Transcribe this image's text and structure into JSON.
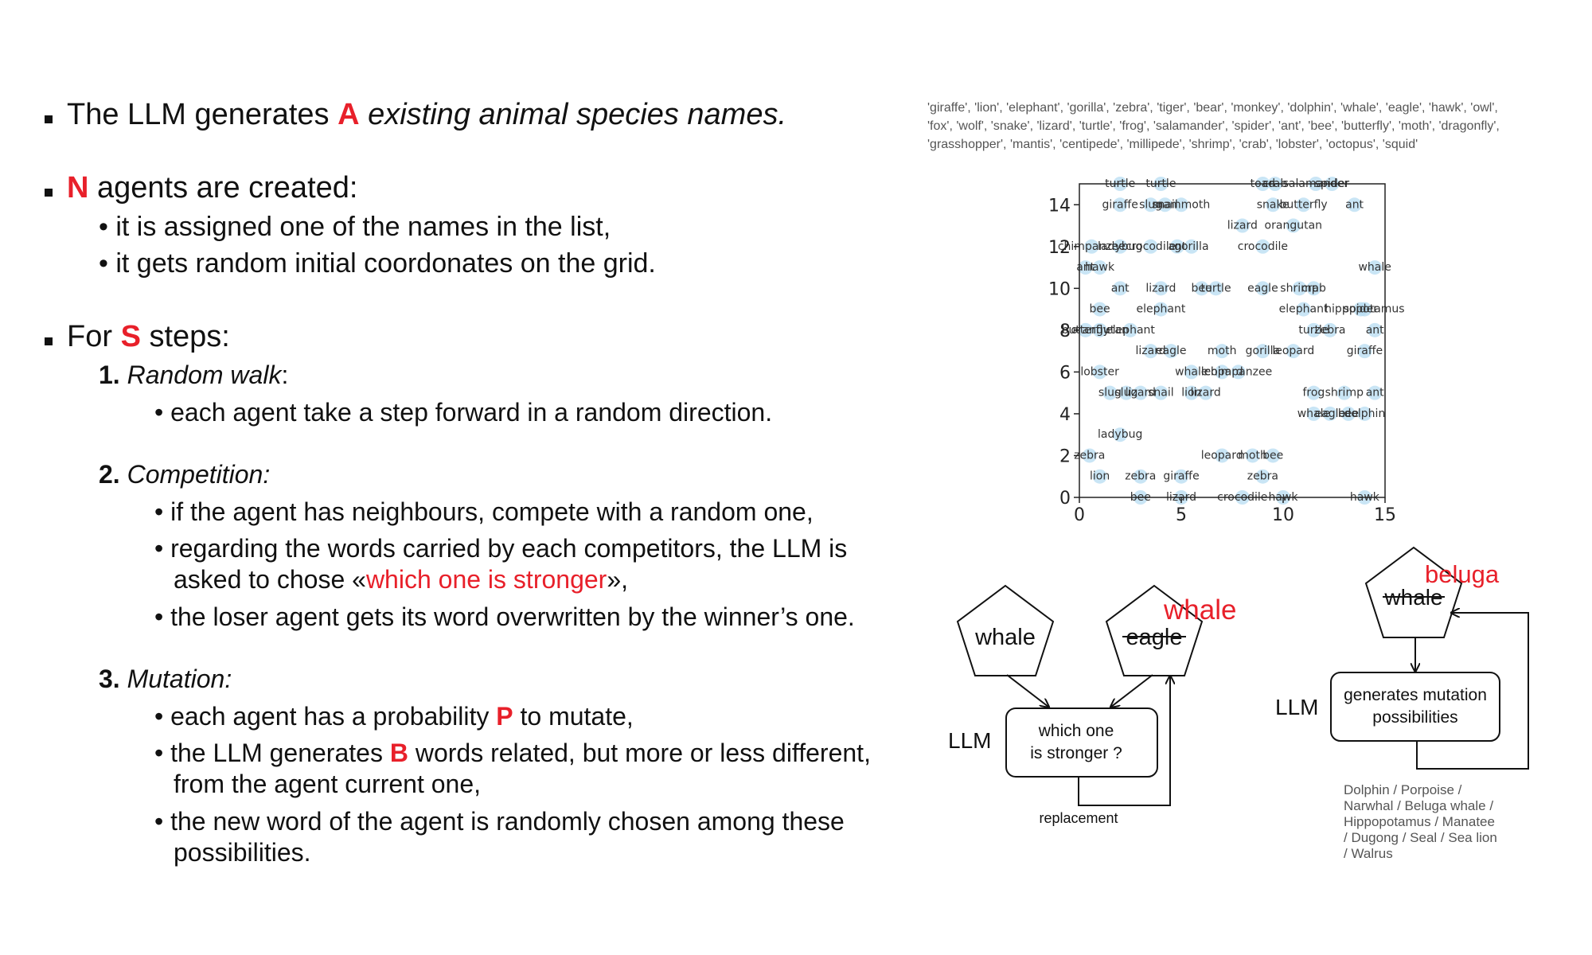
{
  "text": {
    "b1": {
      "pre": "The LLM generates ",
      "A": "A",
      "post": "existing animal species names."
    },
    "b2": {
      "N": "N",
      "post": " agents are created:",
      "s1": "it is assigned one of the names in the list,",
      "s2": "it gets random initial coordonates on the grid."
    },
    "b3": {
      "pre": "For ",
      "S": "S",
      "post": " steps:"
    },
    "rw": {
      "num": "1.",
      "title": "Random walk",
      "colon": ":",
      "s1": "each agent take a step forward in a random direction."
    },
    "comp": {
      "num": "2.",
      "title": "Competition:",
      "s1": "if the agent has neighbours, compete with a random one,",
      "s2": "regarding the words carried by each competitors, the LLM is",
      "s2b_pre": "asked to chose «",
      "s2b_red": "which one is stronger",
      "s2b_post": "»,",
      "s3": "the loser agent gets its word overwritten by the winner’s one."
    },
    "mut": {
      "num": "3.",
      "title": "Mutation:",
      "s1_pre": "each agent has a probability ",
      "P": "P",
      "s1_post": " to mutate,",
      "s2_pre": "the LLM generates ",
      "B": "B",
      "s2_post": " words related, but more or less different,",
      "s2b": "from the agent current one,",
      "s3": "the new word of the agent is randomly chosen among these",
      "s3b": "possibilities."
    },
    "bullet": "•"
  },
  "species_list": [
    "'giraffe', 'lion', 'elephant', 'gorilla', 'zebra', 'tiger', 'bear', 'monkey', 'dolphin', 'whale', 'eagle', 'hawk', 'owl',",
    "'fox', 'wolf', 'snake', 'lizard', 'turtle', 'frog', 'salamander', 'spider', 'ant', 'bee', 'butterfly', 'moth', 'dragonfly',",
    "'grasshopper', 'mantis', 'centipede', 'millipede', 'shrimp', 'crab', 'lobster', 'octopus', 'squid'"
  ],
  "chart_data": {
    "type": "scatter",
    "xlim": [
      0,
      15
    ],
    "ylim": [
      0,
      15
    ],
    "x_ticks": [
      "0",
      "5",
      "10",
      "15"
    ],
    "y_ticks": [
      "0",
      "2",
      "4",
      "6",
      "8",
      "10",
      "12",
      "14"
    ],
    "marker_color": "#b7dcf2",
    "points": [
      {
        "x": 2.0,
        "y": 15,
        "label": "turtle"
      },
      {
        "x": 4.0,
        "y": 15,
        "label": "turtle"
      },
      {
        "x": 9.0,
        "y": 15,
        "label": "toad"
      },
      {
        "x": 9.6,
        "y": 15,
        "label": "crab"
      },
      {
        "x": 11.6,
        "y": 15,
        "label": "salamander"
      },
      {
        "x": 12.4,
        "y": 15,
        "label": "spider"
      },
      {
        "x": 2.0,
        "y": 14,
        "label": "giraffe"
      },
      {
        "x": 3.5,
        "y": 14,
        "label": "slug"
      },
      {
        "x": 4.2,
        "y": 14,
        "label": "snail"
      },
      {
        "x": 5.0,
        "y": 14,
        "label": "mammoth"
      },
      {
        "x": 9.5,
        "y": 14,
        "label": "snake"
      },
      {
        "x": 11.0,
        "y": 14,
        "label": "butterfly"
      },
      {
        "x": 13.5,
        "y": 14,
        "label": "ant"
      },
      {
        "x": 8.0,
        "y": 13,
        "label": "lizard"
      },
      {
        "x": 10.5,
        "y": 13,
        "label": "orangutan"
      },
      {
        "x": 0.6,
        "y": 12,
        "label": "chimpanzee"
      },
      {
        "x": 2.0,
        "y": 12,
        "label": "ladybug"
      },
      {
        "x": 3.5,
        "y": 12,
        "label": "crocodile"
      },
      {
        "x": 4.8,
        "y": 12,
        "label": "ant"
      },
      {
        "x": 5.5,
        "y": 12,
        "label": "gorilla"
      },
      {
        "x": 9.0,
        "y": 12,
        "label": "crocodile"
      },
      {
        "x": 0.3,
        "y": 11,
        "label": "ant"
      },
      {
        "x": 1.0,
        "y": 11,
        "label": "hawk"
      },
      {
        "x": 14.5,
        "y": 11,
        "label": "whale"
      },
      {
        "x": 2.0,
        "y": 10,
        "label": "ant"
      },
      {
        "x": 4.0,
        "y": 10,
        "label": "lizard"
      },
      {
        "x": 6.0,
        "y": 10,
        "label": "bee"
      },
      {
        "x": 6.7,
        "y": 10,
        "label": "turtle"
      },
      {
        "x": 9.0,
        "y": 10,
        "label": "eagle"
      },
      {
        "x": 10.8,
        "y": 10,
        "label": "shrimp"
      },
      {
        "x": 11.5,
        "y": 10,
        "label": "crab"
      },
      {
        "x": 1.0,
        "y": 9,
        "label": "bee"
      },
      {
        "x": 4.0,
        "y": 9,
        "label": "elephant"
      },
      {
        "x": 11.0,
        "y": 9,
        "label": "elephant"
      },
      {
        "x": 14.0,
        "y": 9,
        "label": "hippopotamus"
      },
      {
        "x": 13.8,
        "y": 9,
        "label": "spider"
      },
      {
        "x": 0.3,
        "y": 8,
        "label": "butterfly"
      },
      {
        "x": 1.0,
        "y": 8,
        "label": "orangutan"
      },
      {
        "x": 2.5,
        "y": 8,
        "label": "elephant"
      },
      {
        "x": 11.5,
        "y": 8,
        "label": "turtle"
      },
      {
        "x": 12.3,
        "y": 8,
        "label": "zebra"
      },
      {
        "x": 14.5,
        "y": 8,
        "label": "ant"
      },
      {
        "x": 3.5,
        "y": 7,
        "label": "lizard"
      },
      {
        "x": 4.5,
        "y": 7,
        "label": "eagle"
      },
      {
        "x": 7.0,
        "y": 7,
        "label": "moth"
      },
      {
        "x": 9.0,
        "y": 7,
        "label": "gorilla"
      },
      {
        "x": 10.5,
        "y": 7,
        "label": "leopard"
      },
      {
        "x": 14.0,
        "y": 7,
        "label": "giraffe"
      },
      {
        "x": 1.0,
        "y": 6,
        "label": "lobster"
      },
      {
        "x": 5.5,
        "y": 6,
        "label": "whale"
      },
      {
        "x": 7.0,
        "y": 6,
        "label": "leopard"
      },
      {
        "x": 7.8,
        "y": 6,
        "label": "chimpanzee"
      },
      {
        "x": 1.5,
        "y": 5,
        "label": "slug"
      },
      {
        "x": 2.3,
        "y": 5,
        "label": "slug"
      },
      {
        "x": 3.0,
        "y": 5,
        "label": "lizard"
      },
      {
        "x": 4.0,
        "y": 5,
        "label": "snail"
      },
      {
        "x": 5.5,
        "y": 5,
        "label": "lion"
      },
      {
        "x": 6.2,
        "y": 5,
        "label": "lizard"
      },
      {
        "x": 11.5,
        "y": 5,
        "label": "frog"
      },
      {
        "x": 13.0,
        "y": 5,
        "label": "shrimp"
      },
      {
        "x": 14.5,
        "y": 5,
        "label": "ant"
      },
      {
        "x": 11.5,
        "y": 4,
        "label": "whale"
      },
      {
        "x": 12.3,
        "y": 4,
        "label": "eagle"
      },
      {
        "x": 13.2,
        "y": 4,
        "label": "bee"
      },
      {
        "x": 14.0,
        "y": 4,
        "label": "dolphin"
      },
      {
        "x": 2.0,
        "y": 3,
        "label": "ladybug"
      },
      {
        "x": 0.5,
        "y": 2,
        "label": "zebra"
      },
      {
        "x": 7.0,
        "y": 2,
        "label": "leopard"
      },
      {
        "x": 8.5,
        "y": 2,
        "label": "moth"
      },
      {
        "x": 9.5,
        "y": 2,
        "label": "bee"
      },
      {
        "x": 1.0,
        "y": 1,
        "label": "lion"
      },
      {
        "x": 3.0,
        "y": 1,
        "label": "zebra"
      },
      {
        "x": 5.0,
        "y": 1,
        "label": "giraffe"
      },
      {
        "x": 9.0,
        "y": 1,
        "label": "zebra"
      },
      {
        "x": 3.0,
        "y": 0,
        "label": "bee"
      },
      {
        "x": 5.0,
        "y": 0,
        "label": "lizard"
      },
      {
        "x": 8.0,
        "y": 0,
        "label": "crocodile"
      },
      {
        "x": 10.0,
        "y": 0,
        "label": "hawk"
      },
      {
        "x": 14.0,
        "y": 0,
        "label": "hawk"
      }
    ]
  },
  "diagram": {
    "left": {
      "whale": "whale",
      "eagle": "eagle",
      "whale_red": "whale",
      "llm": "LLM",
      "box_line1": "which one",
      "box_line2": "is stronger ?",
      "replacement": "replacement"
    },
    "right": {
      "whale": "whale",
      "beluga": "beluga",
      "llm": "LLM",
      "box_line1": "generates mutation",
      "box_line2": "possibilities",
      "possibilities": [
        "Dolphin / Porpoise /",
        "Narwhal / Beluga whale /",
        "Hippopotamus / Manatee",
        "/ Dugong / Seal / Sea lion",
        "/ Walrus"
      ]
    },
    "red": "#e8202a"
  }
}
